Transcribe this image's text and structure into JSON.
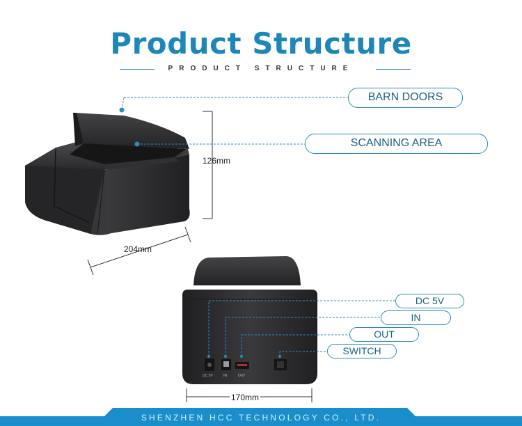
{
  "header": {
    "title": "Product Structure",
    "subtitle": "PRODUCT STRUCTURE"
  },
  "labels": {
    "barn_doors": "BARN DOORS",
    "scanning_area": "SCANNING AREA",
    "dc_5v": "DC 5V",
    "in": "IN",
    "out": "OUT",
    "switch": "SWITCH"
  },
  "dimensions": {
    "height": "126mm",
    "depth": "204mm",
    "width": "170mm"
  },
  "port_labels": {
    "dc": "DC 5V",
    "in": "IN",
    "out": "OUT"
  },
  "footer": {
    "company": "SHENZHEN HCC TECHNOLOGY CO., LTD."
  },
  "colors": {
    "accent": "#1f86b8",
    "device": "#2b2b2d",
    "footer_band": "#1a8ecb"
  }
}
